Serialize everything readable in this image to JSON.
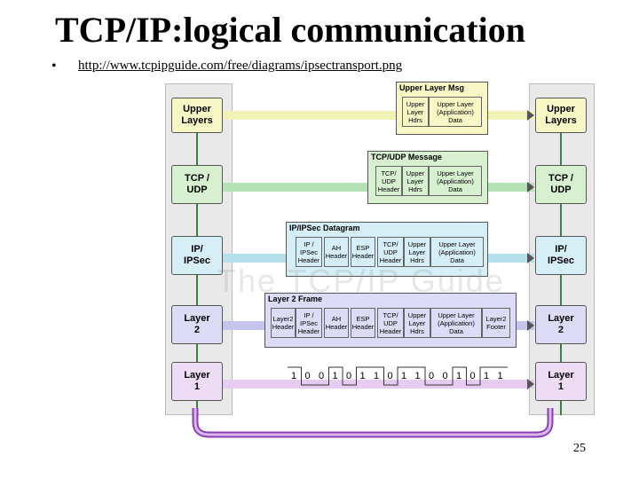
{
  "slide": {
    "title": "TCP/IP:logical communication",
    "bullet": "•",
    "link": "http://www.tcpipguide.com/free/diagrams/ipsectransport.png",
    "page_number": "25"
  },
  "diagram": {
    "left_stack": [
      "Upper\nLayers",
      "TCP /\nUDP",
      "IP/\nIPSec",
      "Layer\n2",
      "Layer\n1"
    ],
    "right_stack": [
      "Upper\nLayers",
      "TCP /\nUDP",
      "IP/\nIPSec",
      "Layer\n2",
      "Layer\n1"
    ],
    "upper_msg": {
      "title": "Upper Layer Msg",
      "cells": [
        "Upper\nLayer\nHdrs",
        "Upper Layer\n(Application)\nData"
      ]
    },
    "tcp_msg": {
      "title": "TCP/UDP Message",
      "cells": [
        "TCP/\nUDP\nHeader",
        "Upper\nLayer\nHdrs",
        "Upper Layer\n(Application)\nData"
      ]
    },
    "ip_datagram": {
      "title": "IP/IPSec Datagram",
      "cells": [
        "IP /\nIPSec\nHeader",
        "AH\nHeader",
        "ESP\nHeader",
        "TCP/\nUDP\nHeader",
        "Upper\nLayer\nHdrs",
        "Upper Layer\n(Application)\nData"
      ]
    },
    "l2_frame": {
      "title": "Layer 2 Frame",
      "cells": [
        "Layer2\nHeader",
        "IP /\nIPSec\nHeader",
        "AH\nHeader",
        "ESP\nHeader",
        "TCP/\nUDP\nHeader",
        "Upper\nLayer\nHdrs",
        "Upper Layer\n(Application)\nData",
        "Layer2\nFooter"
      ]
    },
    "bits": [
      "1",
      "0",
      "0",
      "1",
      "0",
      "1",
      "1",
      "0",
      "1",
      "1",
      "0",
      "0",
      "1",
      "0",
      "1",
      "1"
    ],
    "watermark": "The TCP/IP Guide",
    "colors": {
      "upper": "#f7f7c6",
      "tcp": "#d6f0d0",
      "ip": "#d6eef6",
      "l2": "#dcdcf6",
      "l1": "#eedcf6",
      "upper_line": "#d8d8a0",
      "tcp_line": "#8cc890",
      "ip_line": "#8cc8dc",
      "l2_line": "#8888cc",
      "l1_line": "#c48cd8"
    }
  }
}
